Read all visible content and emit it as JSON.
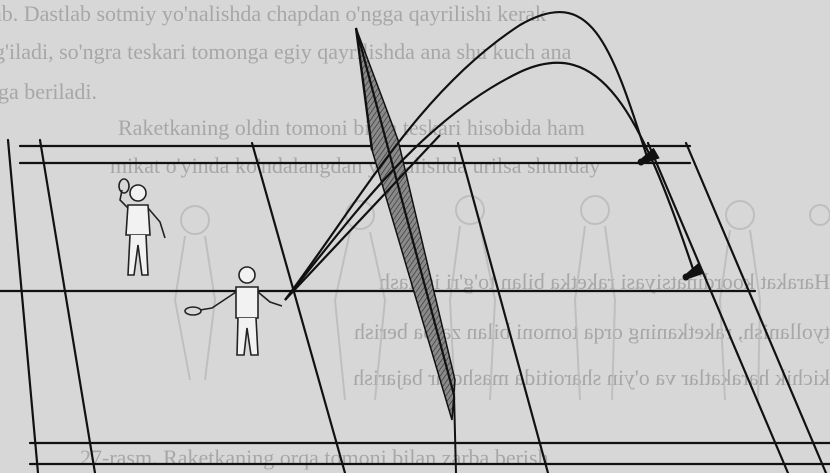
{
  "bleed_through_text": {
    "line1": "ab. Dastlab sotmiy yo'nalishda chapdan o'ngga qayrilishi kerak",
    "line2": "g'iladi, so'ngra teskari tomonga egiy qayrilishda ana shu kuch ana",
    "line3": "ga beriladi.",
    "line4": "Raketkaning oldin tomoni bilan teskari hisobida ham",
    "line5": "mikat o'yinda ko'ndalangdan yo'nalishda urilsa shunday",
    "mirror1": "Harakat koordinatsiyasi raketka bilan to'g'ri ishlash",
    "mirror2": "tyollanish, raketkaning orqa tomoni bilan zarba berish",
    "mirror3": "kichik harakatlar va o'yin sharoitida mashqlar bajarish",
    "bottom": "27-rasm. Raketkaning orqa tomoni bilan zarba berish"
  },
  "figure": {
    "description_label": "",
    "colors": {
      "ink": "#111111",
      "paper": "#d7d7d7",
      "ghost": "#b3b3b3",
      "net": "#555555"
    }
  }
}
